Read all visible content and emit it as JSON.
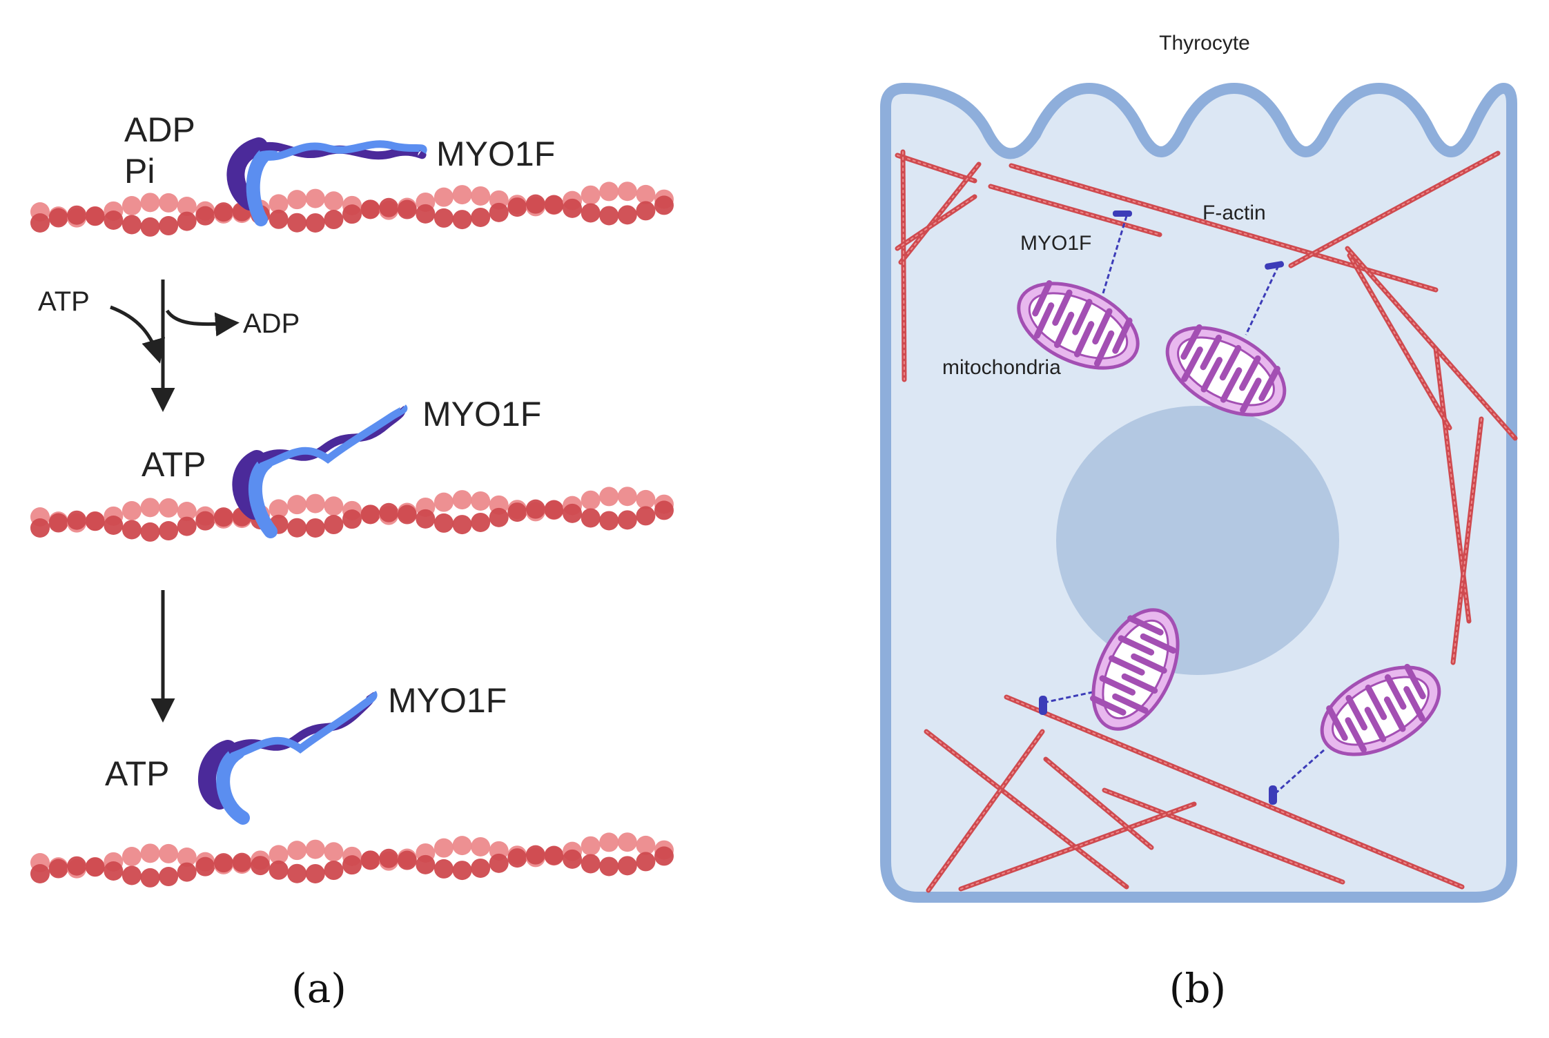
{
  "panel_a": {
    "caption": "(a)",
    "step1": {
      "label_adp": "ADP",
      "label_pi": "Pi",
      "label_myosin": "MYO1F"
    },
    "transition1": {
      "label_in": "ATP",
      "label_out": "ADP"
    },
    "step2": {
      "label_atp": "ATP",
      "label_myosin": "MYO1F"
    },
    "step3": {
      "label_atp": "ATP",
      "label_myosin": "MYO1F"
    }
  },
  "panel_b": {
    "caption": "(b)",
    "cell_label": "Thyrocyte",
    "factin_label": "F-actin",
    "myosin_label": "MYO1F",
    "mito_label": "mitochondria"
  },
  "colors": {
    "actin_dark": "#cf4a4f",
    "actin_light": "#ec8a8c",
    "myosin_dark": "#4b2a9a",
    "myosin_light": "#5b8ef0",
    "cell_fill": "#dce7f4",
    "cell_border": "#8eaedb",
    "nucleus": "#b3c8e2",
    "mito_fill": "#e8b8ee",
    "mito_stroke": "#a34fb3",
    "arrow": "#222222"
  }
}
